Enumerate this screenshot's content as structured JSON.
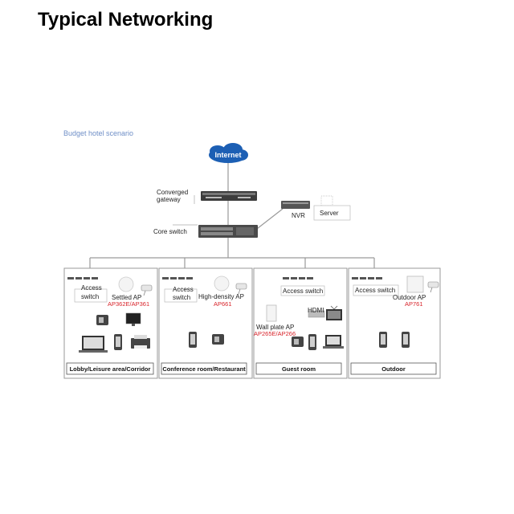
{
  "title": "Typical Networking",
  "scenario_label": "Budget hotel scenario",
  "internet_label": "Internet",
  "converged_gateway": {
    "line1": "Converged",
    "line2": "gateway"
  },
  "core_switch_label": "Core switch",
  "nvr_label": "NVR",
  "server_label": "Server",
  "zones": [
    {
      "name": "Lobby/Leisure area/Corridor",
      "switch_line1": "Access",
      "switch_line2": "switch",
      "ap_label": "Settled AP",
      "ap_model": "AP362E/AP361"
    },
    {
      "name": "Conference room/Restaurant",
      "switch_line1": "Access",
      "switch_line2": "switch",
      "ap_label": "High-density AP",
      "ap_model": "AP661"
    },
    {
      "name": "Guest room",
      "switch_label": "Access switch",
      "hdmi_label": "HDMI",
      "ap_label": "Wall plate AP",
      "ap_model": "AP265E/AP266"
    },
    {
      "name": "Outdoor",
      "switch_label": "Access switch",
      "ap_label": "Outdoor AP",
      "ap_model": "AP761"
    }
  ],
  "colors": {
    "internet_cloud": "#1c5fb4",
    "model_text": "#d8232a",
    "scenario_text": "#6f8fc7",
    "panel_border": "#9a9a9a",
    "link_line": "#9a9a9a"
  }
}
